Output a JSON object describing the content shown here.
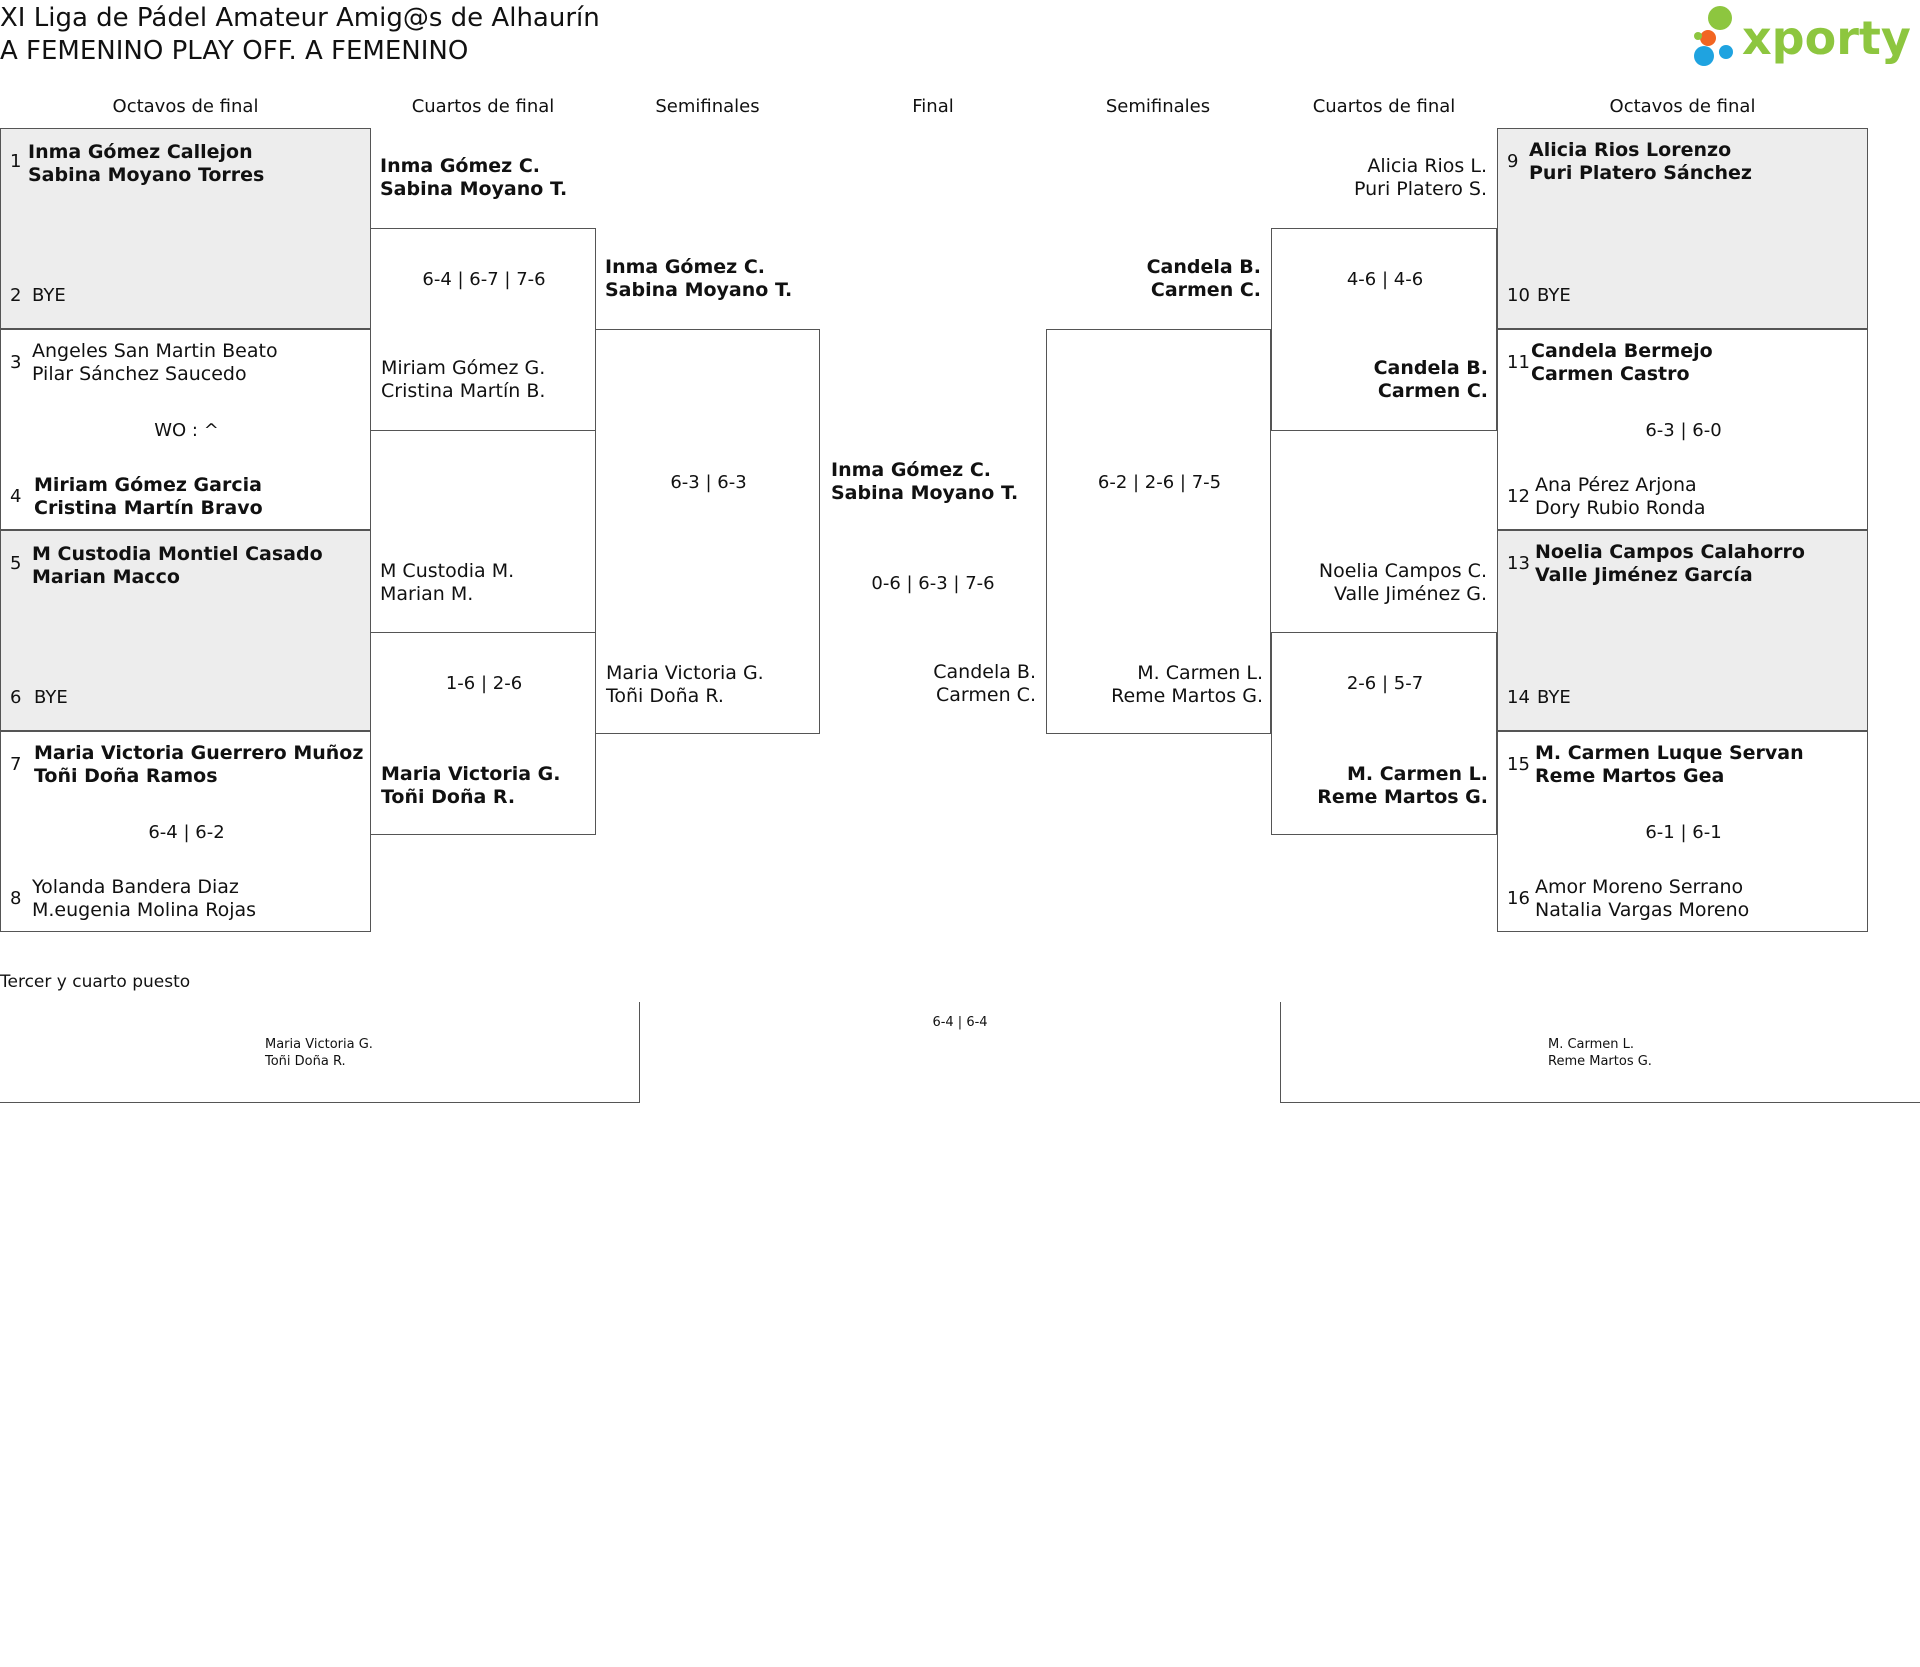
{
  "header": {
    "title": "XI Liga de Pádel Amateur Amig@s de Alhaurín",
    "subtitle": "A FEMENINO PLAY OFF. A FEMENINO",
    "logo_text": "xporty",
    "logo_colors": {
      "green": "#8dc63f",
      "orange": "#f26522",
      "blue": "#1fa3e0"
    }
  },
  "rounds": {
    "r16_left": "Octavos de final",
    "qf_left": "Cuartos de final",
    "sf_left": "Semifinales",
    "final": "Final",
    "sf_right": "Semifinales",
    "qf_right": "Cuartos de final",
    "r16_right": "Octavos de final"
  },
  "r16": [
    {
      "seed_a": "1",
      "a1": "Inma Gómez Callejon",
      "a2": "Sabina Moyano Torres",
      "seed_b": "2",
      "b": "BYE",
      "score": ""
    },
    {
      "seed_a": "3",
      "a1": "Angeles San Martin Beato",
      "a2": "Pilar Sánchez Saucedo",
      "seed_b": "4",
      "b1": "Miriam Gómez Garcia",
      "b2": "Cristina Martín Bravo",
      "score": "WO : ^"
    },
    {
      "seed_a": "5",
      "a1": "M Custodia Montiel Casado",
      "a2": "Marian Macco",
      "seed_b": "6",
      "b": "BYE",
      "score": ""
    },
    {
      "seed_a": "7",
      "a1": "Maria Victoria Guerrero Muñoz",
      "a2": "Toñi Doña Ramos",
      "seed_b": "8",
      "b1": "Yolanda Bandera Diaz",
      "b2": "M.eugenia Molina Rojas",
      "score": "6-4 | 6-2"
    },
    {
      "seed_a": "9",
      "a1": "Alicia Rios Lorenzo",
      "a2": "Puri Platero Sánchez",
      "seed_b": "10",
      "b": "BYE",
      "score": ""
    },
    {
      "seed_a": "11",
      "a1": "Candela Bermejo",
      "a2": "Carmen Castro",
      "seed_b": "12",
      "b1": "Ana Pérez Arjona",
      "b2": "Dory Rubio Ronda",
      "score": "6-3 | 6-0"
    },
    {
      "seed_a": "13",
      "a1": "Noelia Campos Calahorro",
      "a2": "Valle Jiménez García",
      "seed_b": "14",
      "b": "BYE",
      "score": ""
    },
    {
      "seed_a": "15",
      "a1": "M. Carmen Luque Servan",
      "a2": "Reme Martos Gea",
      "seed_b": "16",
      "b1": "Amor Moreno Serrano",
      "b2": "Natalia Vargas Moreno",
      "score": "6-1 | 6-1"
    }
  ],
  "qf": [
    {
      "a1": "Inma Gómez C.",
      "a2": "Sabina Moyano T.",
      "b1": "Miriam Gómez G.",
      "b2": "Cristina Martín B.",
      "score": "6-4 | 6-7 | 7-6"
    },
    {
      "a1": "M Custodia M.",
      "a2": "Marian M.",
      "b1": "Maria Victoria G.",
      "b2": "Toñi Doña R.",
      "score": "1-6 | 2-6"
    },
    {
      "a1": "Alicia Rios L.",
      "a2": "Puri Platero S.",
      "b1": "Candela B.",
      "b2": "Carmen C.",
      "score": "4-6 | 4-6"
    },
    {
      "a1": "Noelia Campos C.",
      "a2": "Valle Jiménez G.",
      "b1": "M. Carmen L.",
      "b2": "Reme Martos G.",
      "score": "2-6 | 5-7"
    }
  ],
  "sf": [
    {
      "a1": "Inma Gómez C.",
      "a2": "Sabina Moyano T.",
      "b1": "Maria Victoria G.",
      "b2": "Toñi Doña R.",
      "score": "6-3 | 6-3"
    },
    {
      "a1": "Candela B.",
      "a2": "Carmen C.",
      "b1": "M. Carmen L.",
      "b2": "Reme Martos G.",
      "score": "6-2 | 2-6 | 7-5"
    }
  ],
  "final": {
    "a1": "Inma Gómez C.",
    "a2": "Sabina Moyano T.",
    "b1": "Candela B.",
    "b2": "Carmen C.",
    "score": "0-6 | 6-3 | 7-6"
  },
  "third_place": {
    "title": "Tercer y cuarto puesto",
    "a1": "Maria Victoria G.",
    "a2": "Toñi Doña R.",
    "b1": "M. Carmen L.",
    "b2": "Reme Martos G.",
    "score": "6-4 | 6-4"
  }
}
